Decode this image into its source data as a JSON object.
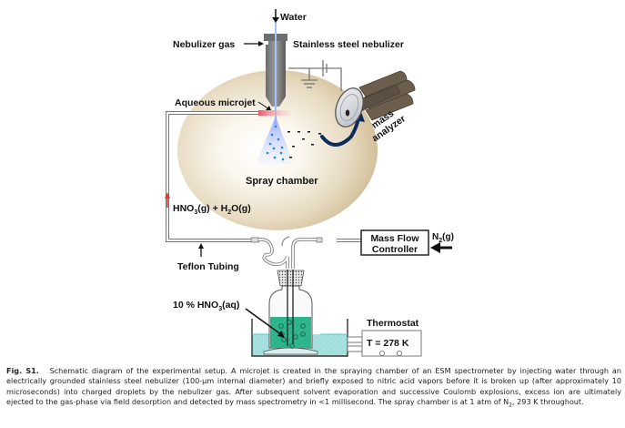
{
  "figure": {
    "labels": {
      "water": "Water",
      "nebulizer_gas": "Nebulizer gas",
      "stainless_nebulizer": "Stainless steel nebulizer",
      "aqueous_microjet": "Aqueous microjet",
      "mass_line1": "mass",
      "mass_line2": "analyzer",
      "spray_chamber": "Spray chamber",
      "hno3_part1": "HNO",
      "hno3_sub": "3",
      "hno3_part2": "(g) + H",
      "h2o_sub": "2",
      "hno3_part3": "O(g)",
      "teflon_tubing": "Teflon Tubing",
      "mfc_line1": "Mass Flow",
      "mfc_line2": "Controller",
      "n2_main": "N",
      "n2_sub": "2",
      "n2_suffix": "(g)",
      "acid_main": "10 % HNO",
      "acid_sub": "3",
      "acid_suffix": "(aq)",
      "thermostat": "Thermostat",
      "temperature": "T = 278 K"
    },
    "colors": {
      "chamber": "#d9c8a4",
      "liquid": "#2db88e",
      "bath": "#a8e2df",
      "analyzer": "#6b5e4d",
      "arrow_blue": "#0d2a5c",
      "microjet_red": "#f07c80",
      "spray_blue": "#3a8ee8"
    }
  },
  "caption": {
    "fig_label": "Fig. S1.",
    "text": "Schematic diagram of the experimental setup. A microjet is created in the spraying chamber of an ESM spectrometer by injecting water through an electrically grounded stainless steel nebulizer (100-μm internal diameter) and briefly exposed to nitric acid vapors before it is broken up (after approximately 10 microseconds) into charged droplets by the nebulizer gas. After subsequent solvent evaporation and successive Coulomb explosions, excess ion are ultimately ejected to the gas-phase via field desorption and detected by mass spectrometry in <1 millisecond. The spray chamber is at 1 atm of N",
    "text_sub": "2",
    "text_end": ", 293 K throughout."
  }
}
